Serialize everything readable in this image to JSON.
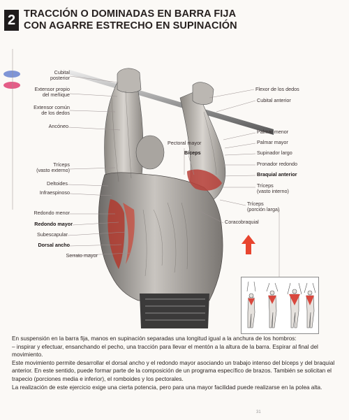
{
  "header": {
    "number": "2",
    "title_line1": "TRACCIÓN O DOMINADAS EN BARRA FIJA",
    "title_line2": "CON AGARRE ESTRECHO EN SUPINACIÓN"
  },
  "colors": {
    "legend_blue": "#7f95d6",
    "legend_pink": "#e45d87",
    "accent_arrow": "#e8452f",
    "muscle_red": "#c0392b"
  },
  "labels_left": {
    "cubital_posterior": [
      "Cubital",
      "posterior"
    ],
    "extensor_propio": [
      "Extensor propio",
      "del meñique"
    ],
    "extensor_comun": [
      "Extensor común",
      "de los dedos"
    ],
    "anconeo": "Ancóneo",
    "triceps_externo": [
      "Tríceps",
      "(vasto externo)"
    ],
    "deltoides": "Deltoides",
    "infraespinoso": "Infraespinoso",
    "redondo_menor": "Redondo menor",
    "redondo_mayor": "Redondo mayor",
    "subescapular": "Subescapular",
    "dorsal_ancho": "Dorsal ancho",
    "serrato_mayor": "Serrato mayor"
  },
  "labels_center": {
    "pectoral_mayor": "Pectoral mayor",
    "biceps": "Bíceps"
  },
  "labels_right": {
    "flexor_dedos": "Flexor de los dedos",
    "cubital_anterior": "Cubital anterior",
    "palmar_menor": "Palmar menor",
    "palmar_mayor": "Palmar mayor",
    "supinador_largo": "Supinador largo",
    "pronador_redondo": "Pronador redondo",
    "braquial_anterior": "Braquial anterior",
    "triceps_interno": [
      "Tríceps",
      "(vasto interno)"
    ],
    "triceps_larga": [
      "Tríceps",
      "(porción larga)"
    ],
    "coracobraquial": "Coracobraquial"
  },
  "body": {
    "p1": "En suspensión en la barra fija, manos en supinación separadas una longitud igual a la anchura de los hombros:",
    "p2": "– inspirar y efectuar, ensanchando el pecho, una tracción para llevar el mentón a la altura de la barra. Espirar al final del movimiento.",
    "p3": "Este movimiento permite desarrollar el dorsal ancho y el redondo mayor asociando un trabajo intenso del bíceps y del braquial anterior. En este sentido, puede formar parte de la composición de un programa específico de brazos. También se solicitan el trapecio (porciones media e inferior), el romboides y los pectorales.",
    "p4": "La realización de este ejercicio exige una cierta potencia, pero para una mayor facilidad puede realizarse en la polea alta."
  },
  "page_number": "31"
}
